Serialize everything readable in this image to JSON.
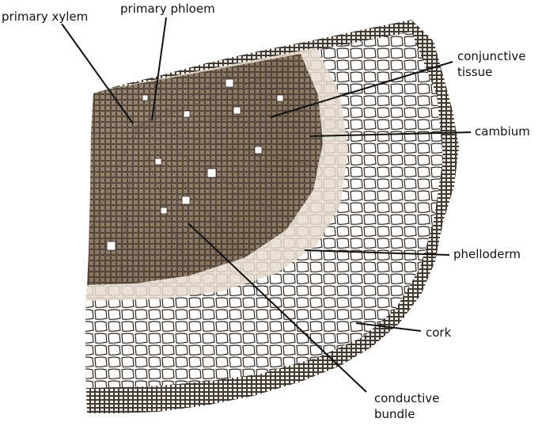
{
  "labels": {
    "primary_xylem": "primary xylem",
    "primary_phloem": "primary phloem",
    "conjunctive_tissue_line1": "conjunctive",
    "conjunctive_tissue_line2": "tissue",
    "cambium": "cambium",
    "phelloderm": "phelloderm",
    "cork": "cork",
    "conductive_bundle_line1": "conductive",
    "conductive_bundle_line2": "bundle"
  },
  "colors": {
    "wood_dark": "#8a7662",
    "wood_mid": "#a89684",
    "inner_band": "#e6dccd",
    "cortex": "#ffffff",
    "cell_wall": "#2e2620",
    "leader_line": "#111111"
  }
}
